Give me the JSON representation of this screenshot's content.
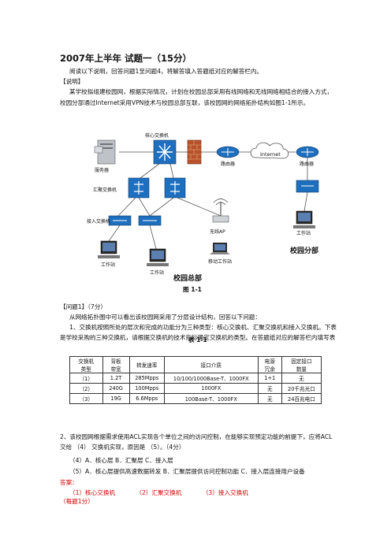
{
  "doc": {
    "title": "2007年上半年  试题一（15分）",
    "intro": "阅读以下说明，回答问题1至问题4，将解答填入答题纸对应的解答栏内。",
    "desc_label": "【说明】",
    "desc": "某学校拟组建校园网，根据实际情况，计划在校园总部采用有线网络和无线网络相结合的接入方式，校园分部通过Internet采用VPN技术与校园总部互联，该校园网的网络拓扑结构如图1-1所示。",
    "fig_caption": "图 1-1",
    "q1_label": "【问题1】（7分）",
    "q1_intro": "从网络拓扑图中可以看出该校园网采用了分层设计结构，回答以下问题：",
    "q1_item1": "1、交换机按照所处的层次和完成的功能分为三种类型：核心交换机、汇聚交换机和接入交换机。下表是学校采购的三种交换机，请根据交换机的技术指标确定交换机的类型。在答题纸对应的解答栏内填写表",
    "table_caption": "表 1-1",
    "q1_item2": "2、该校园网根据需求使用ACL实现各个单位之间的访问控制，在能够实现预定功能的前提下，应将ACL交给 （4） 交换机实现，原因是 （5）。（4分）",
    "q4_options": "（4）A．核心层          B．汇聚层          C．接入层",
    "q5_options": "（5）A．核心层提供高速数据转发 B．汇聚层提供访问控制功能 C．接入层连接用户设备",
    "answer_label": "答案：",
    "answers": [
      "（1）核心交换机",
      "（2）汇聚交换机",
      "（3）接入交换机",
      "（每题1分）"
    ]
  },
  "figure": {
    "labels": {
      "core": "核心交换机",
      "server": "服务器",
      "router1": "路由器",
      "internet": "Internet",
      "router2": "路由器",
      "agg": "汇聚交换机",
      "access": "接入交换机",
      "ap": "无线AP",
      "ws1": "工作站",
      "ws2": "工作站",
      "mobile": "移动工作站",
      "branch_ws": "工作站",
      "branch": "校园分部",
      "hq": "校园总部"
    }
  },
  "table": {
    "headers": [
      [
        "交换机",
        "类型"
      ],
      [
        "背板",
        "带宽"
      ],
      [
        "转发速率"
      ],
      [
        "接口介质"
      ],
      [
        "电源",
        "冗余"
      ],
      [
        "固定接口",
        "数量"
      ]
    ],
    "rows": [
      [
        "（1）",
        "1.2T",
        "285Mpps",
        "10/100/1000Base-T、1000FX",
        "1+1",
        "无"
      ],
      [
        "（2）",
        "240G",
        "100Mpps",
        "1000FX",
        "无",
        "20千兆光口"
      ],
      [
        "（3）",
        "19G",
        "6.6Mpps",
        "100Base-T、1000FX",
        "无",
        "24百兆电口"
      ]
    ]
  }
}
